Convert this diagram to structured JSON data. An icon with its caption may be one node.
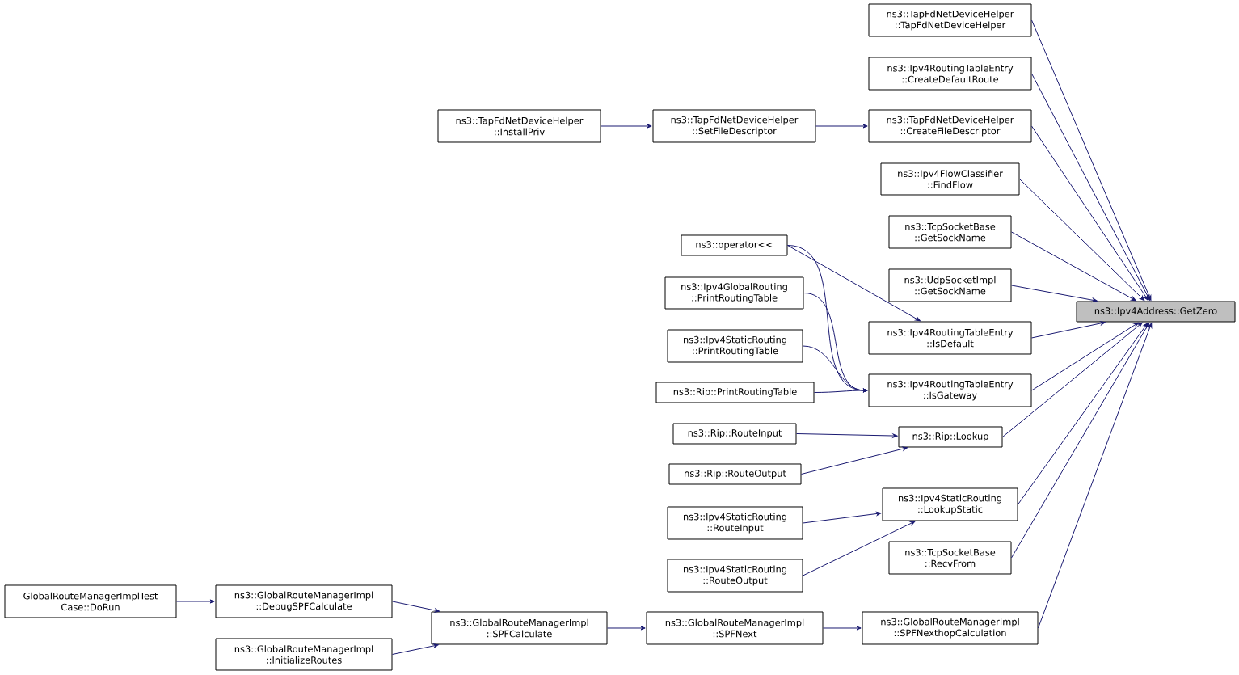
{
  "diagram": {
    "nodes": [
      {
        "text": [
          "ns3::Ipv4Address::GetZero"
        ]
      },
      {
        "text": [
          "ns3::TapFdNetDeviceHelper ::TapFdNetDeviceHelper"
        ]
      },
      {
        "text": [
          "ns3::Ipv4RoutingTableEntry ::CreateDefaultRoute"
        ]
      },
      {
        "text": [
          "ns3::TapFdNetDeviceHelper ::InstallPriv"
        ]
      },
      {
        "text": [
          "ns3::TapFdNetDeviceHelper ::SetFileDescriptor"
        ]
      },
      {
        "text": [
          "ns3::TapFdNetDeviceHelper ::CreateFileDescriptor"
        ]
      },
      {
        "text": [
          "ns3::Ipv4FlowClassifier ::FindFlow"
        ]
      },
      {
        "text": [
          "ns3::TcpSocketBase ::GetSockName"
        ]
      },
      {
        "text": [
          "ns3::operator<<"
        ]
      },
      {
        "text": [
          "ns3::UdpSocketImpl ::GetSockName"
        ]
      },
      {
        "text": [
          "ns3::Ipv4GlobalRouting ::PrintRoutingTable"
        ]
      },
      {
        "text": [
          "ns3::Ipv4RoutingTableEntry ::IsDefault"
        ]
      },
      {
        "text": [
          "ns3::Ipv4StaticRouting ::PrintRoutingTable"
        ]
      },
      {
        "text": [
          "ns3::Rip::PrintRoutingTable"
        ]
      },
      {
        "text": [
          "ns3::Ipv4RoutingTableEntry ::IsGateway"
        ]
      },
      {
        "text": [
          "ns3::Rip::RouteInput"
        ]
      },
      {
        "text": [
          "ns3::Rip::Lookup"
        ]
      },
      {
        "text": [
          "ns3::Rip::RouteOutput"
        ]
      },
      {
        "text": [
          "ns3::Ipv4StaticRouting ::LookupStatic"
        ]
      },
      {
        "text": [
          "ns3::Ipv4StaticRouting ::RouteInput"
        ]
      },
      {
        "text": [
          "ns3::Ipv4StaticRouting ::RouteOutput"
        ]
      },
      {
        "text": [
          "ns3::TcpSocketBase ::RecvFrom"
        ]
      },
      {
        "text": [
          "GlobalRouteManagerImplTest Case::DoRun"
        ]
      },
      {
        "text": [
          "ns3::GlobalRouteManagerImpl ::DebugSPFCalculate"
        ]
      },
      {
        "text": [
          "ns3::GlobalRouteManagerImpl ::InitializeRoutes"
        ]
      },
      {
        "text": [
          "ns3::GlobalRouteManagerImpl ::SPFCalculate"
        ]
      },
      {
        "text": [
          "ns3::GlobalRouteManagerImpl ::SPFNext"
        ]
      },
      {
        "text": [
          "ns3::GlobalRouteManagerImpl ::SPFNexthopCalculation"
        ]
      }
    ],
    "edges": [
      {
        "from": 1,
        "to": 0,
        "arrow": "to"
      },
      {
        "from": 2,
        "to": 0,
        "arrow": "to"
      },
      {
        "from": 5,
        "to": 0,
        "arrow": "to"
      },
      {
        "from": 6,
        "to": 0,
        "arrow": "to"
      },
      {
        "from": 7,
        "to": 0,
        "arrow": "to"
      },
      {
        "from": 9,
        "to": 0,
        "arrow": "to"
      },
      {
        "from": 11,
        "to": 0,
        "arrow": "to"
      },
      {
        "from": 14,
        "to": 0,
        "arrow": "to"
      },
      {
        "from": 16,
        "to": 0,
        "arrow": "to"
      },
      {
        "from": 18,
        "to": 0,
        "arrow": "to"
      },
      {
        "from": 21,
        "to": 0,
        "arrow": "to"
      },
      {
        "from": 27,
        "to": 0,
        "arrow": "to"
      },
      {
        "from": 3,
        "to": 4,
        "arrow": "to"
      },
      {
        "from": 4,
        "to": 5,
        "arrow": "to"
      },
      {
        "from": 8,
        "to": 11,
        "arrow": "to"
      },
      {
        "from": 8,
        "to": 14,
        "arrow": "to"
      },
      {
        "from": 10,
        "to": 14,
        "arrow": "to"
      },
      {
        "from": 12,
        "to": 14,
        "arrow": "to"
      },
      {
        "from": 13,
        "to": 14,
        "arrow": "to"
      },
      {
        "from": 15,
        "to": 16,
        "arrow": "to"
      },
      {
        "from": 17,
        "to": 16,
        "arrow": "to"
      },
      {
        "from": 19,
        "to": 18,
        "arrow": "to"
      },
      {
        "from": 20,
        "to": 18,
        "arrow": "to"
      },
      {
        "from": 26,
        "to": 27,
        "arrow": "to"
      },
      {
        "from": 25,
        "to": 26,
        "arrow": "to"
      },
      {
        "from": 23,
        "to": 25,
        "arrow": "to"
      },
      {
        "from": 24,
        "to": 25,
        "arrow": "to"
      },
      {
        "from": 22,
        "to": 23,
        "arrow": "to"
      }
    ]
  }
}
